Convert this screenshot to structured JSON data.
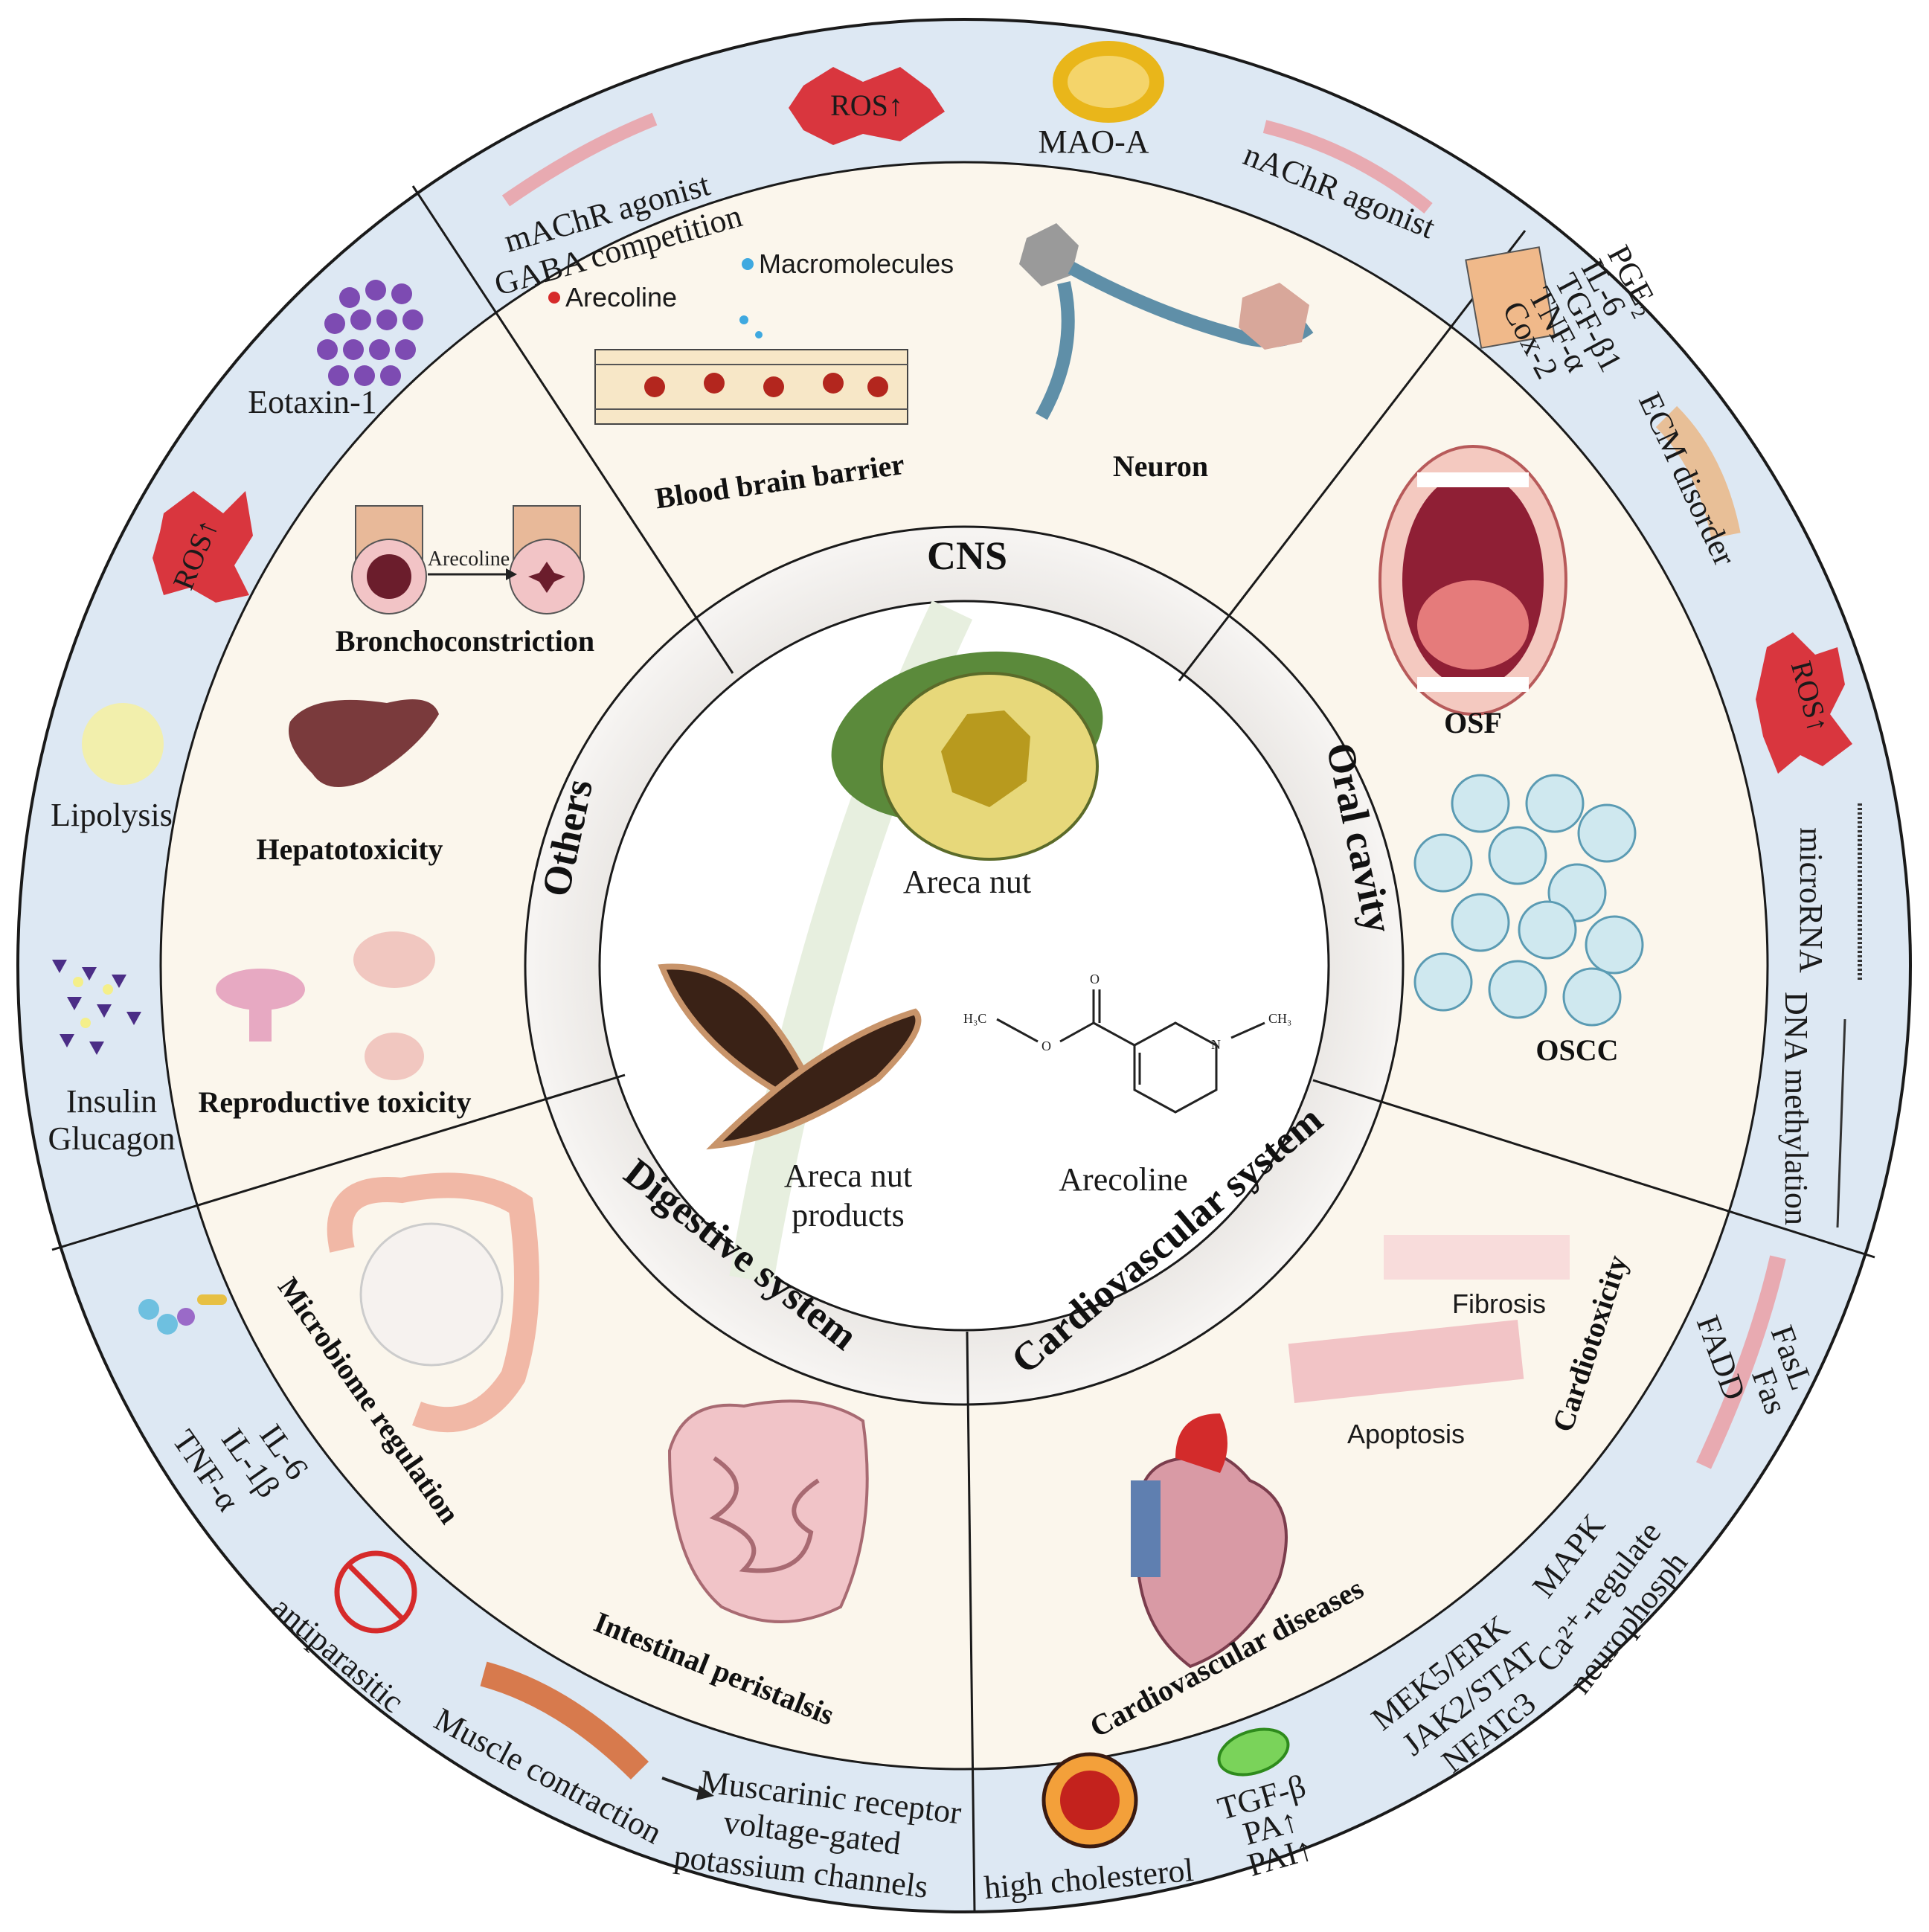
{
  "core": {
    "areca_nut": "Areca nut",
    "areca_nut_products_1": "Areca nut",
    "areca_nut_products_2": "products",
    "arecoline": "Arecoline",
    "chem_h3c": "H₃C",
    "chem_o": "O",
    "chem_n": "N",
    "chem_ch3": "CH₃"
  },
  "sections": {
    "cns": "CNS",
    "oral_cavity": "Oral cavity",
    "cardiovascular": "Cardiovascular system",
    "digestive": "Digestive system",
    "others": "Others"
  },
  "middle": {
    "arecoline_dot": "Arecoline",
    "macromolecules": "Macromolecules",
    "bbb": "Blood brain barrier",
    "neuron": "Neuron",
    "osf": "OSF",
    "oscc": "OSCC",
    "fibrosis": "Fibrosis",
    "apoptosis": "Apoptosis",
    "cardiotoxicity": "Cardiotoxicity",
    "cv_diseases": "Cardiovascular diseases",
    "intestinal": "Intestinal peristalsis",
    "microbiome": "Microbiome regulation",
    "reproductive": "Reproductive toxicity",
    "hepatotoxicity": "Hepatotoxicity",
    "bronchoconstriction": "Bronchoconstriction",
    "arecoline_arrow": "Arecoline"
  },
  "outer": {
    "ros": "ROS↑",
    "mao_a": "MAO-A",
    "machr_1": "mAChR agonist",
    "machr_2": "GABA competition",
    "nachr": "nAChR agonist",
    "cytokines": [
      "PGE₂",
      "IL-6",
      "TGF-β1",
      "TNF-α",
      "Cox-2"
    ],
    "ecm": "ECM disorder",
    "microrna": "microRNA",
    "dna_meth": "DNA methylation",
    "fadd": "FADD",
    "fas": "Fas",
    "fasl": "FasL",
    "mapk": "MAPK",
    "ca_1": "Ca²⁺-regulate",
    "ca_2": "neurophosph",
    "mek": "MEK5/ERK",
    "jak": "JAK2/STAT",
    "nfat": "NFATc3",
    "tgf": "TGF-β",
    "pa": "PA↑",
    "pai": "PAI↑",
    "high_chol": "high cholesterol",
    "musc_1": "Muscarinic receptor",
    "musc_2": "voltage-gated",
    "musc_3": "potassium channels",
    "muscle_contraction": "Muscle contraction",
    "antiparasitic": "antiparasitic",
    "il6": "IL-6",
    "il1b": "IL-1β",
    "tnfa": "TNF-α",
    "insulin": "Insulin",
    "glucagon": "Glucagon",
    "lipolysis": "Lipolysis",
    "eotaxin": "Eotaxin-1"
  },
  "colors": {
    "outer_ring": "#dde8f3",
    "middle_ring": "#fbf6ec",
    "section_band": "#efecea",
    "core": "#ffffff",
    "ros": "#d9363e",
    "stroke": "#1a1a1a"
  }
}
